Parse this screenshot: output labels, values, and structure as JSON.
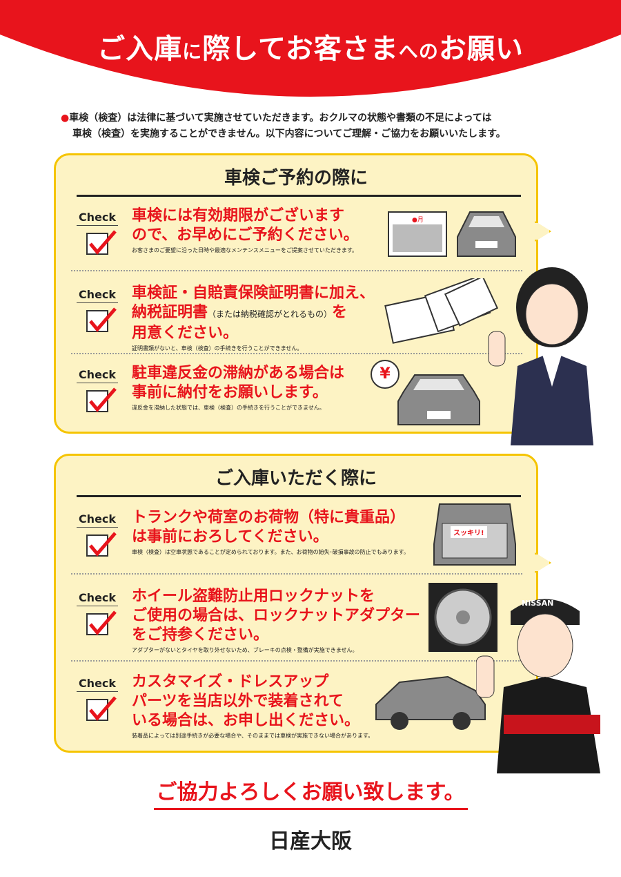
{
  "header": {
    "title_parts": [
      "ご入庫",
      "に",
      "際してお客さま",
      "へ",
      "の",
      "お願い"
    ]
  },
  "intro": {
    "bullet": "●",
    "line1": "車検（検査）は法律に基づいて実施させていただきます。おクルマの状態や書類の不足によっては",
    "line2": "車検（検査）を実施することができません。以下内容についてご理解・ご協力をお願いいたします。"
  },
  "check_label": "Check",
  "section1": {
    "heading": "車検ご予約の際に",
    "items": [
      {
        "title1": "車検には有効期限がございます",
        "title2": "ので、お早めにご予約ください。",
        "note": "お客さまのご要望に沿った日時や最適なメンテンスメニューをご提案させていただきます。"
      },
      {
        "title1": "車検証・自賠責保険証明書に加え、",
        "title2a": "納税証明書",
        "title2b": "（または納税確認がとれるもの）",
        "title2c": "を",
        "title3": "用意ください。",
        "note": "証明書類がないと、車検（検査）の手続きを行うことができません。"
      },
      {
        "title1": "駐車違反金の滞納がある場合は",
        "title2": "事前に納付をお願いします。",
        "note": "違反金を滞納した状態では、車検（検査）の手続きを行うことができません。"
      }
    ],
    "calendar_label": "●月",
    "yen": "¥"
  },
  "section2": {
    "heading": "ご入庫いただく際に",
    "items": [
      {
        "title1": "トランクや荷室のお荷物（特に貴重品）",
        "title2": "は事前におろしてください。",
        "note": "車検（検査）は空車状態であることが定められております。また、お荷物の紛失･破損事故の防止でもあります。"
      },
      {
        "title1": "ホイール盗難防止用ロックナットを",
        "title2": "ご使用の場合は、ロックナットアダプター",
        "title3": "をご持参ください。",
        "note": "アダプターがないとタイヤを取り外せないため、ブレーキの点検・整備が実施できません。"
      },
      {
        "title1": "カスタマイズ・ドレスアップ",
        "title2": "パーツを当店以外で装着されて",
        "title3": "いる場合は、お申し出ください。",
        "note": "装着品によっては別途手続きが必要な場合や、そのままでは車検が実施できない場合があります。"
      }
    ],
    "trunk_label": "スッキリ!",
    "cap_label": "NISSAN"
  },
  "footer": {
    "thanks": "ご協力よろしくお願い致します。",
    "company": "日産大阪"
  },
  "colors": {
    "red": "#e8141c",
    "yellow": "#f5c400",
    "cream": "#fdf3c4"
  }
}
